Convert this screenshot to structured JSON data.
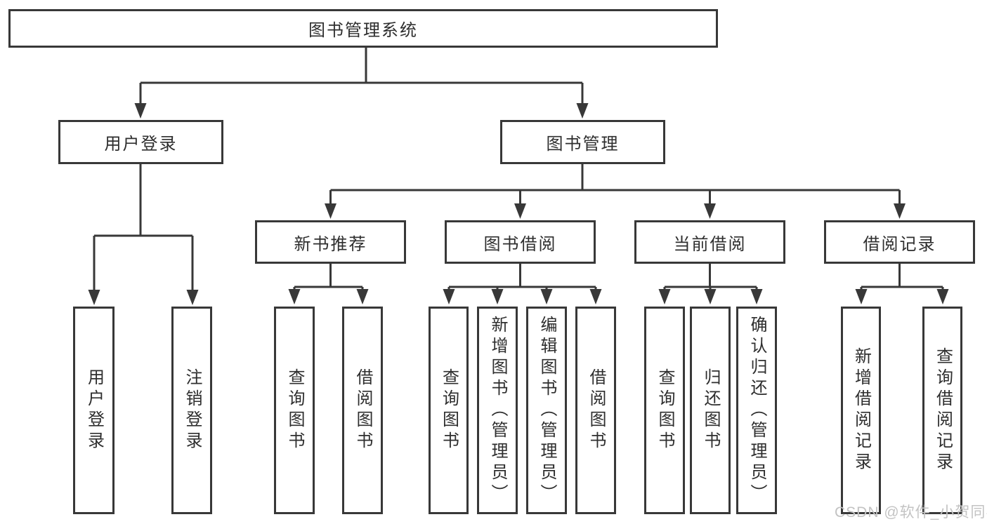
{
  "tree": {
    "root": {
      "label": "图书管理系统"
    },
    "branches": [
      {
        "label": "用户登录",
        "children": [
          {
            "label": "用户登录"
          },
          {
            "label": "注销登录"
          }
        ]
      },
      {
        "label": "图书管理",
        "children": [
          {
            "label": "新书推荐",
            "children": [
              {
                "label": "查询图书"
              },
              {
                "label": "借阅图书"
              }
            ]
          },
          {
            "label": "图书借阅",
            "children": [
              {
                "label": "查询图书"
              },
              {
                "label": "新增图书（管理员）"
              },
              {
                "label": "编辑图书（管理员）"
              },
              {
                "label": "借阅图书"
              }
            ]
          },
          {
            "label": "当前借阅",
            "children": [
              {
                "label": "查询图书"
              },
              {
                "label": "归还图书"
              },
              {
                "label": "确认归还（管理员）"
              }
            ]
          },
          {
            "label": "借阅记录",
            "children": [
              {
                "label": "新增借阅记录"
              },
              {
                "label": "查询借阅记录"
              }
            ]
          }
        ]
      }
    ]
  },
  "watermark": {
    "text": "CSDN @软件_小贺同学"
  },
  "colors": {
    "line": "#383838",
    "text": "#2e2e2e",
    "watermark": "#c3c3c3",
    "background": "#ffffff"
  }
}
